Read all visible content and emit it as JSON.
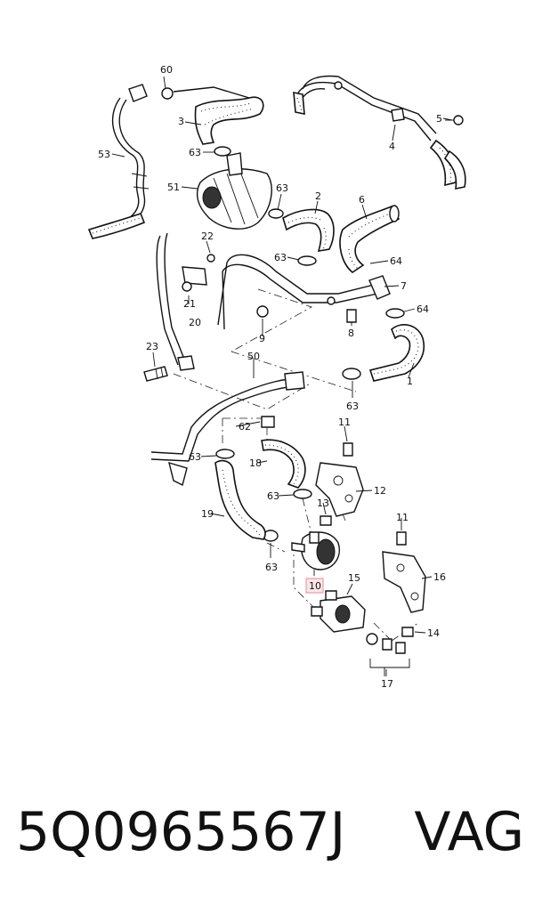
{
  "diagram": {
    "callouts": [
      {
        "id": "60",
        "text": "60"
      },
      {
        "id": "3",
        "text": "3"
      },
      {
        "id": "53",
        "text": "53"
      },
      {
        "id": "63a",
        "text": "63"
      },
      {
        "id": "51",
        "text": "51"
      },
      {
        "id": "63b",
        "text": "63"
      },
      {
        "id": "2",
        "text": "2"
      },
      {
        "id": "6",
        "text": "6"
      },
      {
        "id": "5",
        "text": "5"
      },
      {
        "id": "4",
        "text": "4"
      },
      {
        "id": "22",
        "text": "22"
      },
      {
        "id": "63c",
        "text": "63"
      },
      {
        "id": "64a",
        "text": "64"
      },
      {
        "id": "7",
        "text": "7"
      },
      {
        "id": "64b",
        "text": "64"
      },
      {
        "id": "21",
        "text": "21"
      },
      {
        "id": "20",
        "text": "20"
      },
      {
        "id": "9",
        "text": "9"
      },
      {
        "id": "8",
        "text": "8"
      },
      {
        "id": "23",
        "text": "23"
      },
      {
        "id": "50",
        "text": "50"
      },
      {
        "id": "1",
        "text": "1"
      },
      {
        "id": "63d",
        "text": "63"
      },
      {
        "id": "62",
        "text": "62"
      },
      {
        "id": "11a",
        "text": "11"
      },
      {
        "id": "63e",
        "text": "63"
      },
      {
        "id": "18",
        "text": "18"
      },
      {
        "id": "12",
        "text": "12"
      },
      {
        "id": "63f",
        "text": "63"
      },
      {
        "id": "13",
        "text": "13"
      },
      {
        "id": "19",
        "text": "19"
      },
      {
        "id": "11b",
        "text": "11"
      },
      {
        "id": "63g",
        "text": "63"
      },
      {
        "id": "16",
        "text": "16"
      },
      {
        "id": "10",
        "text": "10"
      },
      {
        "id": "15",
        "text": "15"
      },
      {
        "id": "14",
        "text": "14"
      },
      {
        "id": "17",
        "text": "17"
      }
    ],
    "highlight_color": "#e58a9c"
  },
  "footer": {
    "part_number": "5Q0965567J",
    "brand": "VAG"
  }
}
